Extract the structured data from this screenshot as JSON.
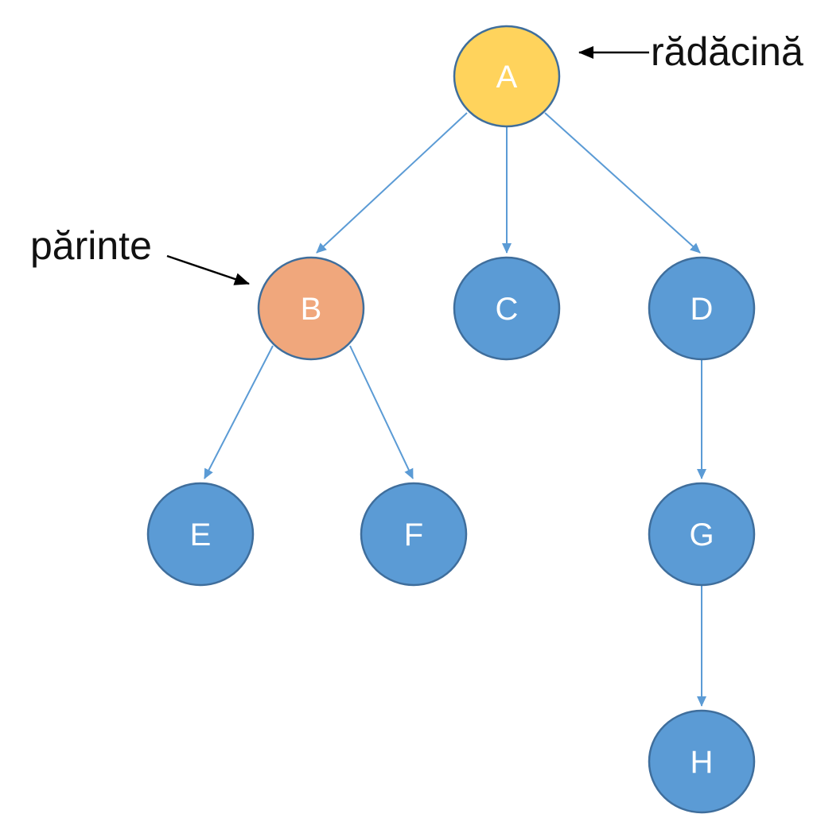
{
  "colors": {
    "root_fill": "#FFD35C",
    "parent_fill": "#F0A77C",
    "node_fill": "#5B9BD5",
    "node_stroke": "#3F6E9C",
    "edge": "#5B9BD5",
    "annotation_arrow": "#000000"
  },
  "nodes": {
    "a": {
      "label": "A",
      "role": "root"
    },
    "b": {
      "label": "B",
      "role": "parent"
    },
    "c": {
      "label": "C",
      "role": "node"
    },
    "d": {
      "label": "D",
      "role": "node"
    },
    "e": {
      "label": "E",
      "role": "node"
    },
    "f": {
      "label": "F",
      "role": "node"
    },
    "g": {
      "label": "G",
      "role": "node"
    },
    "h": {
      "label": "H",
      "role": "node"
    }
  },
  "edges": [
    {
      "from": "A",
      "to": "B"
    },
    {
      "from": "A",
      "to": "C"
    },
    {
      "from": "A",
      "to": "D"
    },
    {
      "from": "B",
      "to": "E"
    },
    {
      "from": "B",
      "to": "F"
    },
    {
      "from": "D",
      "to": "G"
    },
    {
      "from": "G",
      "to": "H"
    }
  ],
  "annotations": {
    "root": {
      "text": "rădăcină",
      "points_to": "A"
    },
    "parent": {
      "text": "părinte",
      "points_to": "B"
    }
  }
}
